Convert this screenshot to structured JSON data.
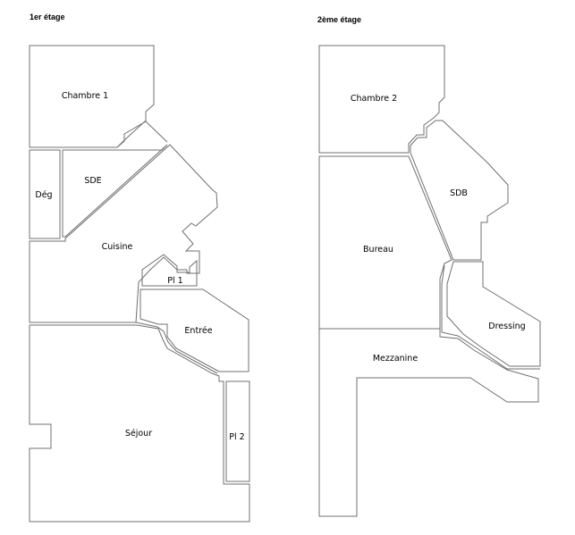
{
  "floors": [
    {
      "title": "1er étage",
      "rooms": [
        {
          "label": "Chambre 1"
        },
        {
          "label": "Dég"
        },
        {
          "label": "SDE"
        },
        {
          "label": "Cuisine"
        },
        {
          "label": "Pl 1"
        },
        {
          "label": "Entrée"
        },
        {
          "label": "Séjour"
        },
        {
          "label": "Pl 2"
        }
      ]
    },
    {
      "title": "2ème étage",
      "rooms": [
        {
          "label": "Chambre 2"
        },
        {
          "label": "SDB"
        },
        {
          "label": "Bureau"
        },
        {
          "label": "Dressing"
        },
        {
          "label": "Mezzanine"
        }
      ]
    }
  ],
  "colors": {
    "wall": "#707070",
    "text": "#000000",
    "background": "#ffffff"
  }
}
